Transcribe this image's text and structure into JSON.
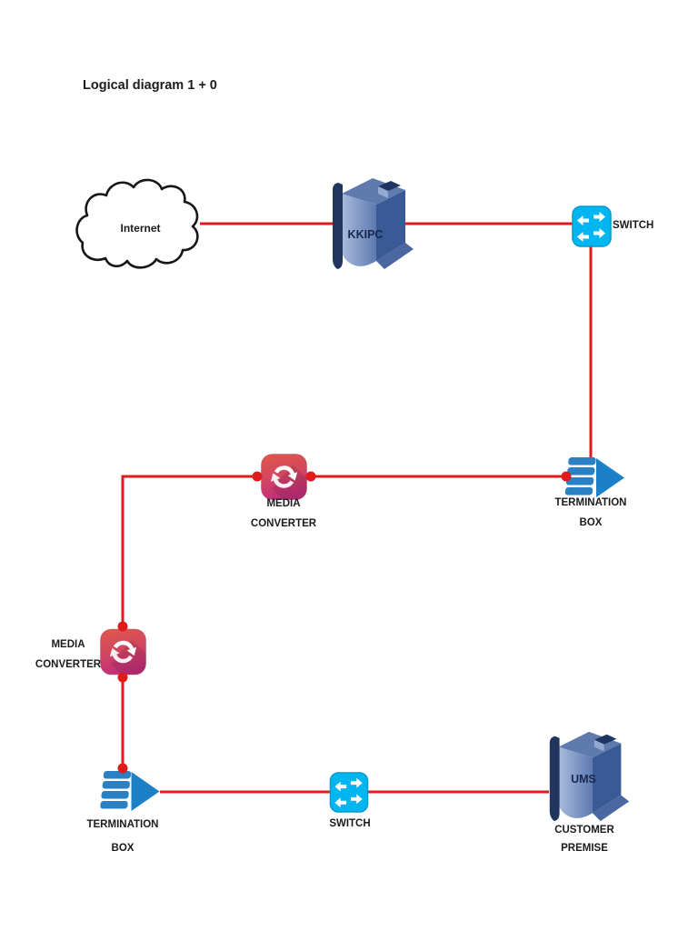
{
  "title": "Logical diagram 1 + 0",
  "colors": {
    "connection_red": "#e01b1b",
    "switch_cyan": "#00b6f0",
    "termination_blue": "#1b80c6",
    "media_converter_top": "#e0584a",
    "media_converter_bottom": "#c22e79",
    "mainframe_blue": "#7289b8",
    "cloud_outline": "#161616"
  },
  "nodes": {
    "internet": {
      "label": "Internet"
    },
    "kkipc": {
      "label": "KKIPC"
    },
    "switch_top": {
      "label": "SWITCH"
    },
    "termination_box_right": {
      "line1": "TERMINATION",
      "line2": "BOX"
    },
    "media_converter_mid": {
      "line1": "MEDIA",
      "line2": "CONVERTER"
    },
    "media_converter_left": {
      "line1": "MEDIA",
      "line2": "CONVERTER"
    },
    "termination_box_left": {
      "line1": "TERMINATION",
      "line2": "BOX"
    },
    "switch_bottom": {
      "label": "SWITCH"
    },
    "ums": {
      "label": "UMS",
      "line1": "CUSTOMER",
      "line2": "PREMISE"
    }
  },
  "connections": [
    {
      "from": "internet",
      "to": "kkipc"
    },
    {
      "from": "kkipc",
      "to": "switch_top"
    },
    {
      "from": "switch_top",
      "to": "termination_box_right"
    },
    {
      "from": "termination_box_right",
      "to": "media_converter_mid"
    },
    {
      "from": "media_converter_mid",
      "to": "media_converter_left"
    },
    {
      "from": "media_converter_left",
      "to": "termination_box_left"
    },
    {
      "from": "termination_box_left",
      "to": "switch_bottom"
    },
    {
      "from": "switch_bottom",
      "to": "ums"
    }
  ]
}
